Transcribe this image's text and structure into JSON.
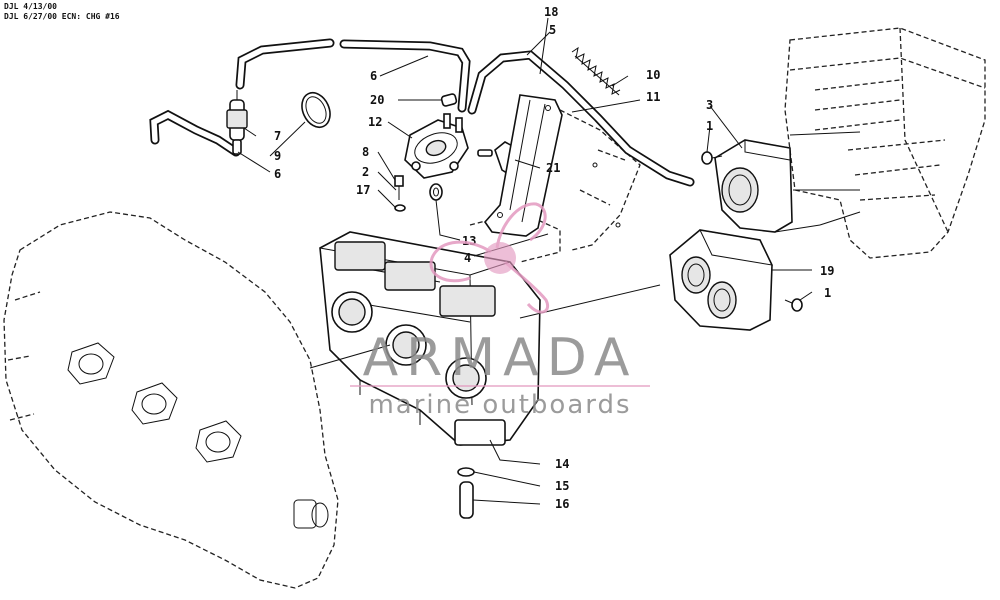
{
  "header": {
    "line1": "DJL 4/13/00",
    "line2": "DJL 6/27/00 ECN: CHG #16"
  },
  "watermark": {
    "brand": "ARMADA",
    "tagline": "marine outboards",
    "pink": "#e39ac0",
    "gray": "#8a8a8a"
  },
  "callouts": [
    {
      "id": "c18",
      "label": "18"
    },
    {
      "id": "c5",
      "label": "5"
    },
    {
      "id": "c6top",
      "label": "6"
    },
    {
      "id": "c10",
      "label": "10"
    },
    {
      "id": "c20",
      "label": "20"
    },
    {
      "id": "c11",
      "label": "11"
    },
    {
      "id": "c3",
      "label": "3"
    },
    {
      "id": "c7",
      "label": "7"
    },
    {
      "id": "c12",
      "label": "12"
    },
    {
      "id": "c1top",
      "label": "1"
    },
    {
      "id": "c9",
      "label": "9"
    },
    {
      "id": "c8",
      "label": "8"
    },
    {
      "id": "c21",
      "label": "21"
    },
    {
      "id": "c6left",
      "label": "6"
    },
    {
      "id": "c2",
      "label": "2"
    },
    {
      "id": "c17",
      "label": "17"
    },
    {
      "id": "c13",
      "label": "13"
    },
    {
      "id": "c4",
      "label": "4"
    },
    {
      "id": "c19",
      "label": "19"
    },
    {
      "id": "c1right",
      "label": "1"
    },
    {
      "id": "c14",
      "label": "14"
    },
    {
      "id": "c15",
      "label": "15"
    },
    {
      "id": "c16",
      "label": "16"
    }
  ]
}
